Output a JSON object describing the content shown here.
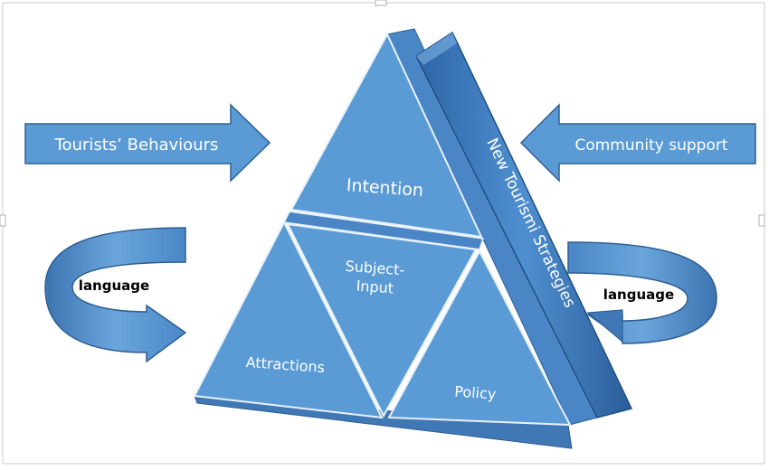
{
  "labels": {
    "left_arrow": "Tourists’ Behaviours",
    "right_arrow": "Community support",
    "left_curve": "language",
    "right_curve": "language",
    "band": "New Tourismi Strategies",
    "top": "Intention",
    "center_line1": "Subject-",
    "center_line2": "Input",
    "bottom_left": "Attractions",
    "bottom_right": "Policy"
  },
  "colors": {
    "fill": "#5b9bd5",
    "fill_dark": "#3f78b4",
    "edge": "#2e5f93",
    "band_light": "#6aa6dc",
    "band_dark": "#2a5f9e",
    "frame": "#c8c8c8"
  }
}
